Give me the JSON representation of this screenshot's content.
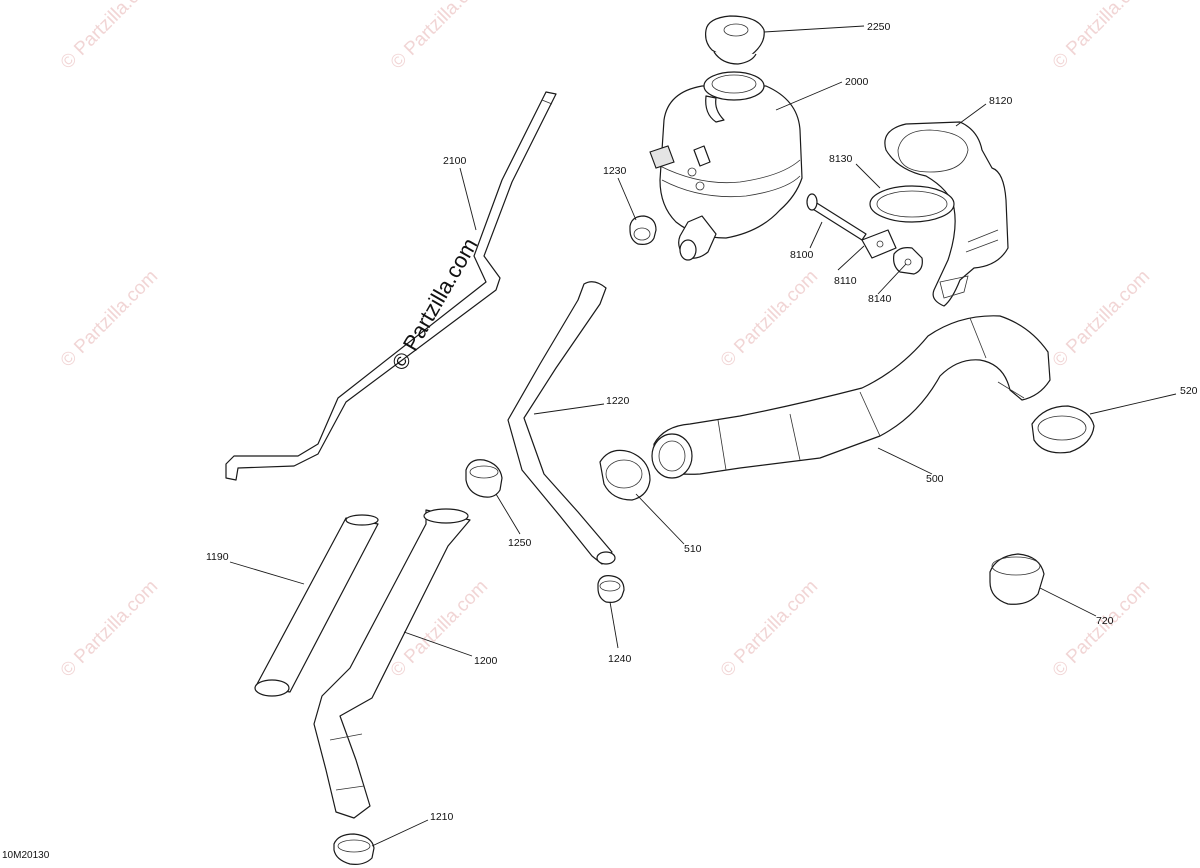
{
  "watermark": {
    "text": "© Partzilla.com",
    "center_text": "© Partzilla.com"
  },
  "diagram_code": "10M20130",
  "callouts": {
    "c2250": "2250",
    "c2000": "2000",
    "c8120": "8120",
    "c2100": "2100",
    "c1230": "1230",
    "c8130": "8130",
    "c8100": "8100",
    "c8110": "8110",
    "c8140": "8140",
    "c1220": "1220",
    "c520": "520",
    "c500": "500",
    "c510": "510",
    "c1250": "1250",
    "c1190": "1190",
    "c1240": "1240",
    "c720": "720",
    "c1200": "1200",
    "c1210": "1210"
  }
}
